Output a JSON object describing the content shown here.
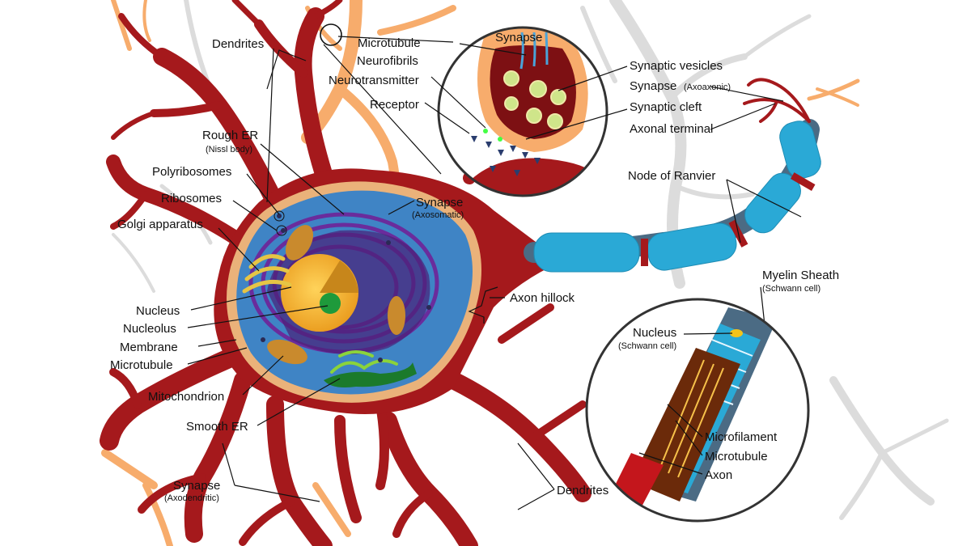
{
  "colors": {
    "neuron": "#a5191c",
    "neuron_dark": "#7d1013",
    "dendrite_orange": "#f7ac6c",
    "background_neuron": "#d9d9d9",
    "myelin": "#2aa9d6",
    "axon_core": "#4b6b84",
    "nucleus": "#f3b32a",
    "nucleolus": "#1e9a3b",
    "rough_er": "#6a2c9c",
    "cytoplasm": "#3f84c5",
    "mitochondrion": "#c98a2d"
  },
  "labels": {
    "dendrites_top": "Dendrites",
    "rough_er": "Rough ER",
    "rough_er_sub": "(Nissl body)",
    "polyribosomes": "Polyribosomes",
    "ribosomes": "Ribosomes",
    "golgi": "Golgi apparatus",
    "nucleus": "Nucleus",
    "nucleolus": "Nucleolus",
    "membrane": "Membrane",
    "microtubule_left": "Microtubule",
    "mitochondrion": "Mitochondrion",
    "smooth_er": "Smooth ER",
    "synapse_axodendritic": "Synapse",
    "synapse_axodendritic_sub": "(Axodendritic)",
    "synapse_axosomatic": "Synapse",
    "synapse_axosomatic_sub": "(Axosomatic)",
    "axon_hillock": "Axon hillock",
    "microtubule_top": "Microtubule",
    "neurofibrils": "Neurofibrils",
    "neurotransmitter": "Neurotransmitter",
    "receptor": "Receptor",
    "synapse_inset_title": "Synapse",
    "synaptic_vesicles": "Synaptic vesicles",
    "synapse_axoaxonic": "Synapse",
    "synapse_axoaxonic_sub": "(Axoaxonic)",
    "synaptic_cleft": "Synaptic cleft",
    "axonal_terminal": "Axonal terminal",
    "node_of_ranvier": "Node of Ranvier",
    "myelin_sheath": "Myelin Sheath",
    "myelin_sheath_sub": "(Schwann cell)",
    "nucleus_schwann": "Nucleus",
    "nucleus_schwann_sub": "(Schwann cell)",
    "microfilament": "Microfilament",
    "microtubule_axon": "Microtubule",
    "axon": "Axon",
    "dendrites_bottom": "Dendrites"
  }
}
